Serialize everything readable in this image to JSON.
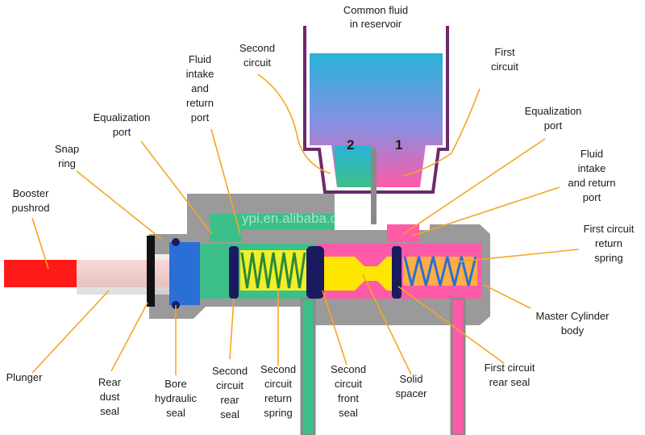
{
  "labels": {
    "reservoir": [
      "Common fluid",
      "in reservoir"
    ],
    "second_circuit": [
      "Second",
      "circuit"
    ],
    "first_circuit": [
      "First",
      "circuit"
    ],
    "fluid_port_left": [
      "Fluid",
      "intake",
      "and",
      "return",
      "port"
    ],
    "equalization_left": [
      "Equalization",
      "port"
    ],
    "equalization_right": [
      "Equalization",
      "port"
    ],
    "snap_ring": [
      "Snap",
      "ring"
    ],
    "booster_pushrod": [
      "Booster",
      "pushrod"
    ],
    "fluid_port_right": [
      "Fluid",
      "intake",
      "and return",
      "port"
    ],
    "first_return_spring": [
      "First circuit",
      "return",
      "spring"
    ],
    "master_cylinder_body": [
      "Master Cylinder",
      "body"
    ],
    "plunger": [
      "Plunger"
    ],
    "rear_dust_seal": [
      "Rear",
      "dust",
      "seal"
    ],
    "bore_hydraulic_seal": [
      "Bore",
      "hydraulic",
      "seal"
    ],
    "second_rear_seal": [
      "Second",
      "circuit",
      "rear",
      "seal"
    ],
    "second_return_spring": [
      "Second",
      "circuit",
      "return",
      "spring"
    ],
    "second_front_seal": [
      "Second",
      "circuit",
      "front",
      "seal"
    ],
    "solid_spacer": [
      "Solid",
      "spacer"
    ],
    "first_rear_seal": [
      "First circuit",
      "rear seal"
    ]
  },
  "chamber_numbers": {
    "second": "2",
    "first": "1"
  },
  "watermark": "ypi.en.alibaba.com",
  "colors": {
    "leader_line": "#f5a623",
    "body_gray": "#9a9a9a",
    "second_circuit_fluid": "#3dbf8a",
    "first_circuit_fluid": "#ff5aa8",
    "reservoir_top": "#29b3d8",
    "pushrod": "#ff1a1a",
    "seals": "#1a1a5e",
    "spacer": "#ffe600",
    "bore_seal_blue": "#2a6fd6"
  }
}
